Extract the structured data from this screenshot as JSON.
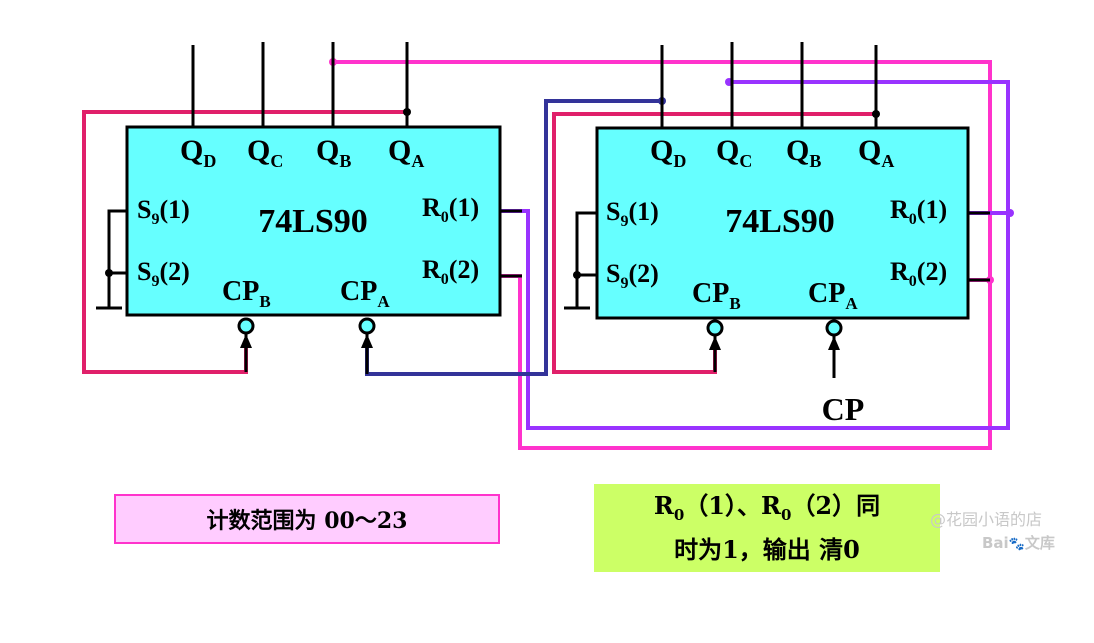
{
  "chips": [
    {
      "name": "74LS90",
      "outputs": [
        {
          "base": "Q",
          "sub": "D"
        },
        {
          "base": "Q",
          "sub": "C"
        },
        {
          "base": "Q",
          "sub": "B"
        },
        {
          "base": "Q",
          "sub": "A"
        }
      ],
      "set_inputs": [
        {
          "base": "S",
          "sub": "9",
          "suffix": "(1)"
        },
        {
          "base": "S",
          "sub": "9",
          "suffix": "(2)"
        }
      ],
      "reset_inputs": [
        {
          "base": "R",
          "sub": "0",
          "suffix": "(1)"
        },
        {
          "base": "R",
          "sub": "0",
          "suffix": "(2)"
        }
      ],
      "clocks": [
        {
          "base": "CP",
          "sub": "B"
        },
        {
          "base": "CP",
          "sub": "A"
        }
      ]
    },
    {
      "name": "74LS90",
      "outputs": [
        {
          "base": "Q",
          "sub": "D"
        },
        {
          "base": "Q",
          "sub": "C"
        },
        {
          "base": "Q",
          "sub": "B"
        },
        {
          "base": "Q",
          "sub": "A"
        }
      ],
      "set_inputs": [
        {
          "base": "S",
          "sub": "9",
          "suffix": "(1)"
        },
        {
          "base": "S",
          "sub": "9",
          "suffix": "(2)"
        }
      ],
      "reset_inputs": [
        {
          "base": "R",
          "sub": "0",
          "suffix": "(1)"
        },
        {
          "base": "R",
          "sub": "0",
          "suffix": "(2)"
        }
      ],
      "clocks": [
        {
          "base": "CP",
          "sub": "B"
        },
        {
          "base": "CP",
          "sub": "A"
        }
      ]
    }
  ],
  "clock_input_label": "CP",
  "note_range": "计数范围为 00～23",
  "note_reset": {
    "r_base": "R",
    "r_sub": "0",
    "part1": "（1）、",
    "part2": "（2）同",
    "line2": "时为1，输出 清0"
  },
  "watermark": {
    "author": "@花园小语的店",
    "brand": "Bai",
    "brand_suffix": "文库"
  },
  "colors": {
    "chip_fill": "#66ffff",
    "wire_magenta": "#ff33cc",
    "wire_crimson": "#e0206a",
    "wire_purple": "#9933ff",
    "wire_navy": "#333399"
  }
}
